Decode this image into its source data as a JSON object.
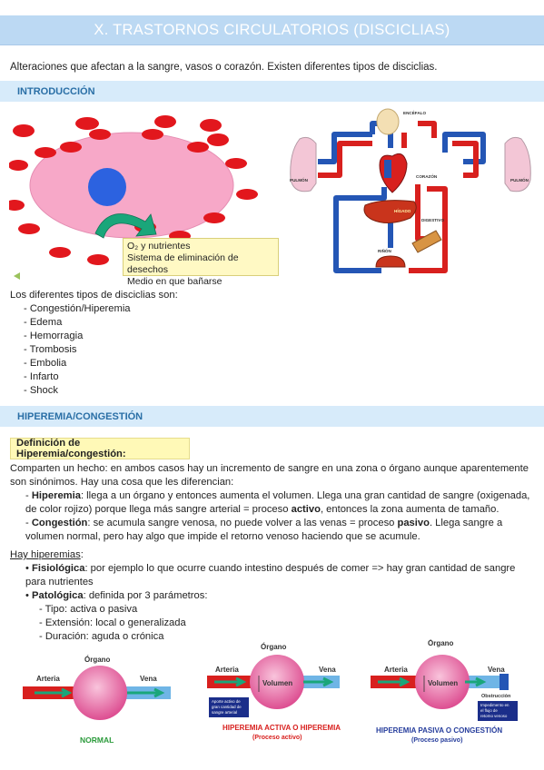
{
  "title": "X. TRASTORNOS CIRCULATORIOS (DISCICLIAS)",
  "intro": "Alteraciones que afectan a la sangre, vasos o corazón. Existen diferentes tipos de disciclias.",
  "sections": {
    "intro_heading": "INTRODUCCIÓN",
    "hyperemia_heading": "HIPEREMIA/CONGESTIÓN"
  },
  "cell_diagram": {
    "callout": [
      "O₂ y nutrientes",
      "Sistema de eliminación de desechos",
      "Medio en que bañarse"
    ]
  },
  "circulation_diagram": {
    "labels": {
      "brain": "ENCÉFALO",
      "lung_left": "PULMÓN",
      "lung_right": "PULMÓN",
      "heart": "CORAZÓN",
      "liver": "HÍGADO",
      "intestine": "DIGESTIVO",
      "kidney": "RIÑÓN"
    }
  },
  "types": {
    "lead": "Los diferentes tipos de disciclias son:",
    "items": [
      "Congestión/Hiperemia",
      "Edema",
      "Hemorragia",
      "Trombosis",
      "Embolia",
      "Infarto",
      "Shock"
    ]
  },
  "definition_box": "Definición de Hiperemia/congestión:",
  "definition": {
    "p1": "Comparten un hecho: en ambos casos hay un incremento de sangre en una zona o órgano aunque aparentemente son sinónimos. Hay una cosa que les diferencian:",
    "hiperemia_term": "Hiperemia",
    "hiperemia_a": ": llega a un órgano y entonces aumenta el volumen. Llega una gran cantidad de sangre (oxigenada, de color rojizo) porque llega más sangre arterial = proceso ",
    "hiperemia_bold": "activo",
    "hiperemia_b": ", entonces la zona aumenta de tamaño.",
    "congestion_term": "Congestión",
    "congestion_a": ": se acumula sangre venosa, no puede volver a las venas = proceso ",
    "congestion_bold": "pasivo",
    "congestion_b": ". Llega sangre a volumen normal, pero hay algo que impide el retorno venoso haciendo que se acumule."
  },
  "types_hyperemia": {
    "heading": "Hay hiperemias",
    "colon": ":",
    "physio_term": "Fisiológica",
    "physio_text": ": por ejemplo lo que ocurre cuando intestino después de comer => hay gran cantidad de sangre para nutrientes",
    "patho_term": "Patológica",
    "patho_text": ": definida por 3 parámetros:",
    "params": [
      "Tipo: activa o pasiva",
      "Extensión: local o generalizada",
      "Duración: aguda o crónica"
    ]
  },
  "organ_diagrams": {
    "normal": {
      "organ": "Órgano",
      "artery": "Arteria",
      "vein": "Vena",
      "caption": "NORMAL"
    },
    "active": {
      "organ": "Órgano",
      "artery": "Arteria",
      "vein": "Vena",
      "volume": "Volumen",
      "note": [
        "Aporte activo de",
        "gran cantidad de",
        "sangre arterial"
      ],
      "caption_1": "HIPEREMIA ACTIVA O HIPEREMIA",
      "caption_2": "(Proceso activo)"
    },
    "passive": {
      "organ": "Órgano",
      "artery": "Arteria",
      "vein": "Vena",
      "volume": "Volumen",
      "obstruction": "Obstrucción",
      "note": [
        "Impedimento en",
        "el flujo de",
        "retorno venoso"
      ],
      "caption_1": "HIPEREMIA PASIVA O CONGESTIÓN",
      "caption_2": "(Proceso pasivo)"
    }
  },
  "colors": {
    "title_bar": "#bcd9f3",
    "section_bar": "#d7ebfa",
    "section_text": "#2a6fa6",
    "artery": "#d8201e",
    "vein": "#2456b5",
    "def_box": "#fff9b7"
  }
}
